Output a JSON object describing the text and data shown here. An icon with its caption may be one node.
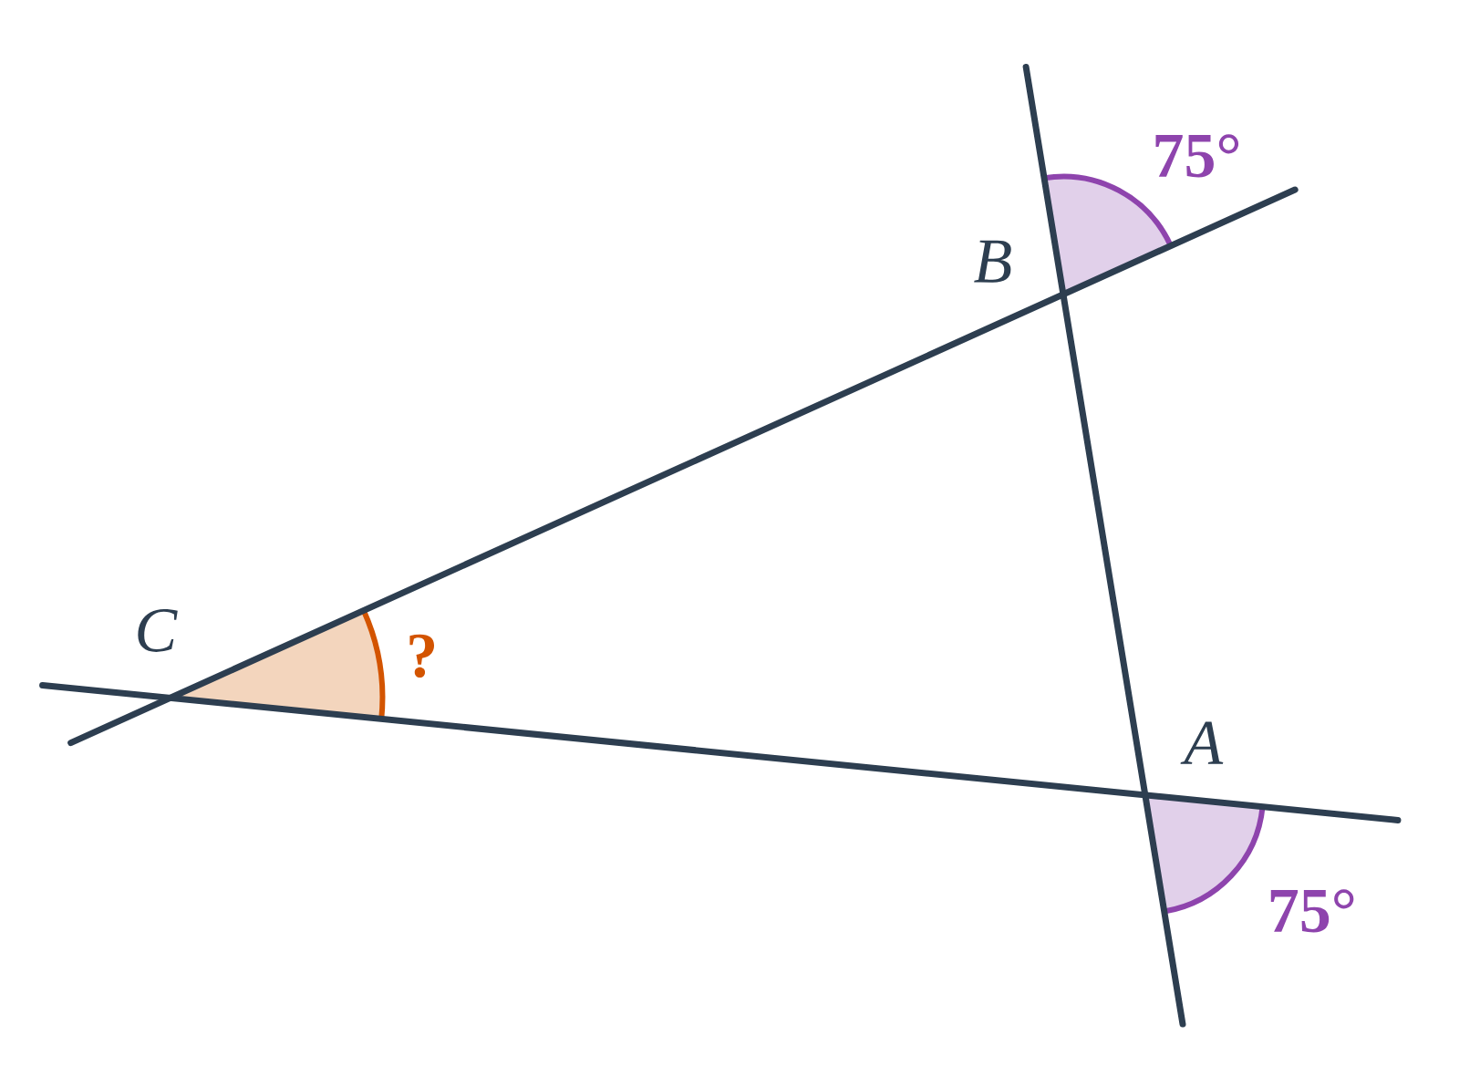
{
  "diagram": {
    "labels": [
      "75°",
      "B",
      "C",
      "?",
      "A",
      "75°"
    ]
  }
}
